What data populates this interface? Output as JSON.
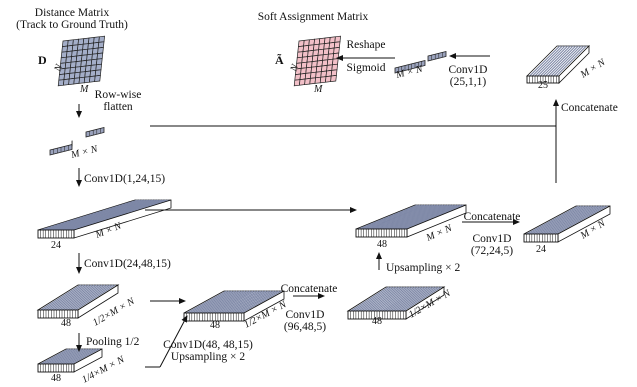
{
  "titles": {
    "distance_line1": "Distance Matrix",
    "distance_line2": "(Track to Ground Truth)",
    "soft_assignment": "Soft Assignment Matrix"
  },
  "matrix_labels": {
    "D": "D",
    "A_tilde": "Ã",
    "N": "N",
    "M": "M"
  },
  "labels": {
    "row_wise_line1": "Row-wise",
    "row_wise_line2": "flatten",
    "reshape": "Reshape",
    "sigmoid": "Sigmoid",
    "conv_25_line1": "Conv1D",
    "conv_25_line2": "(25,1,1)",
    "concatenate_top": "Concatenate",
    "conv_1_24_15": "Conv1D(1,24,15)",
    "concatenate_mid": "Concatenate",
    "conv_72_line1": "Conv1D",
    "conv_72_line2": "(72,24,5)",
    "upsampling_x2_mid": "Upsampling × 2",
    "conv_24_48_15": "Conv1D(24,48,15)",
    "concatenate_low": "Concatenate",
    "conv_96_line1": "Conv1D",
    "conv_96_line2": "(96,48,5)",
    "pooling": "Pooling 1/2",
    "conv_48_48_15": "Conv1D(48, 48,15)",
    "upsampling_x2_low": "Upsampling × 2"
  },
  "dims": {
    "MxN": "M × N",
    "half_MxN": "1/2×M × N",
    "quarter_MxN": "1/4×M × N",
    "c24": "24",
    "c48": "48",
    "c25": "25"
  },
  "colors": {
    "distance_matrix": "#a4aec8",
    "soft_matrix": "#f2c0c8",
    "vector": "#9aa2bc",
    "block_stripe": "#7d87a6"
  }
}
